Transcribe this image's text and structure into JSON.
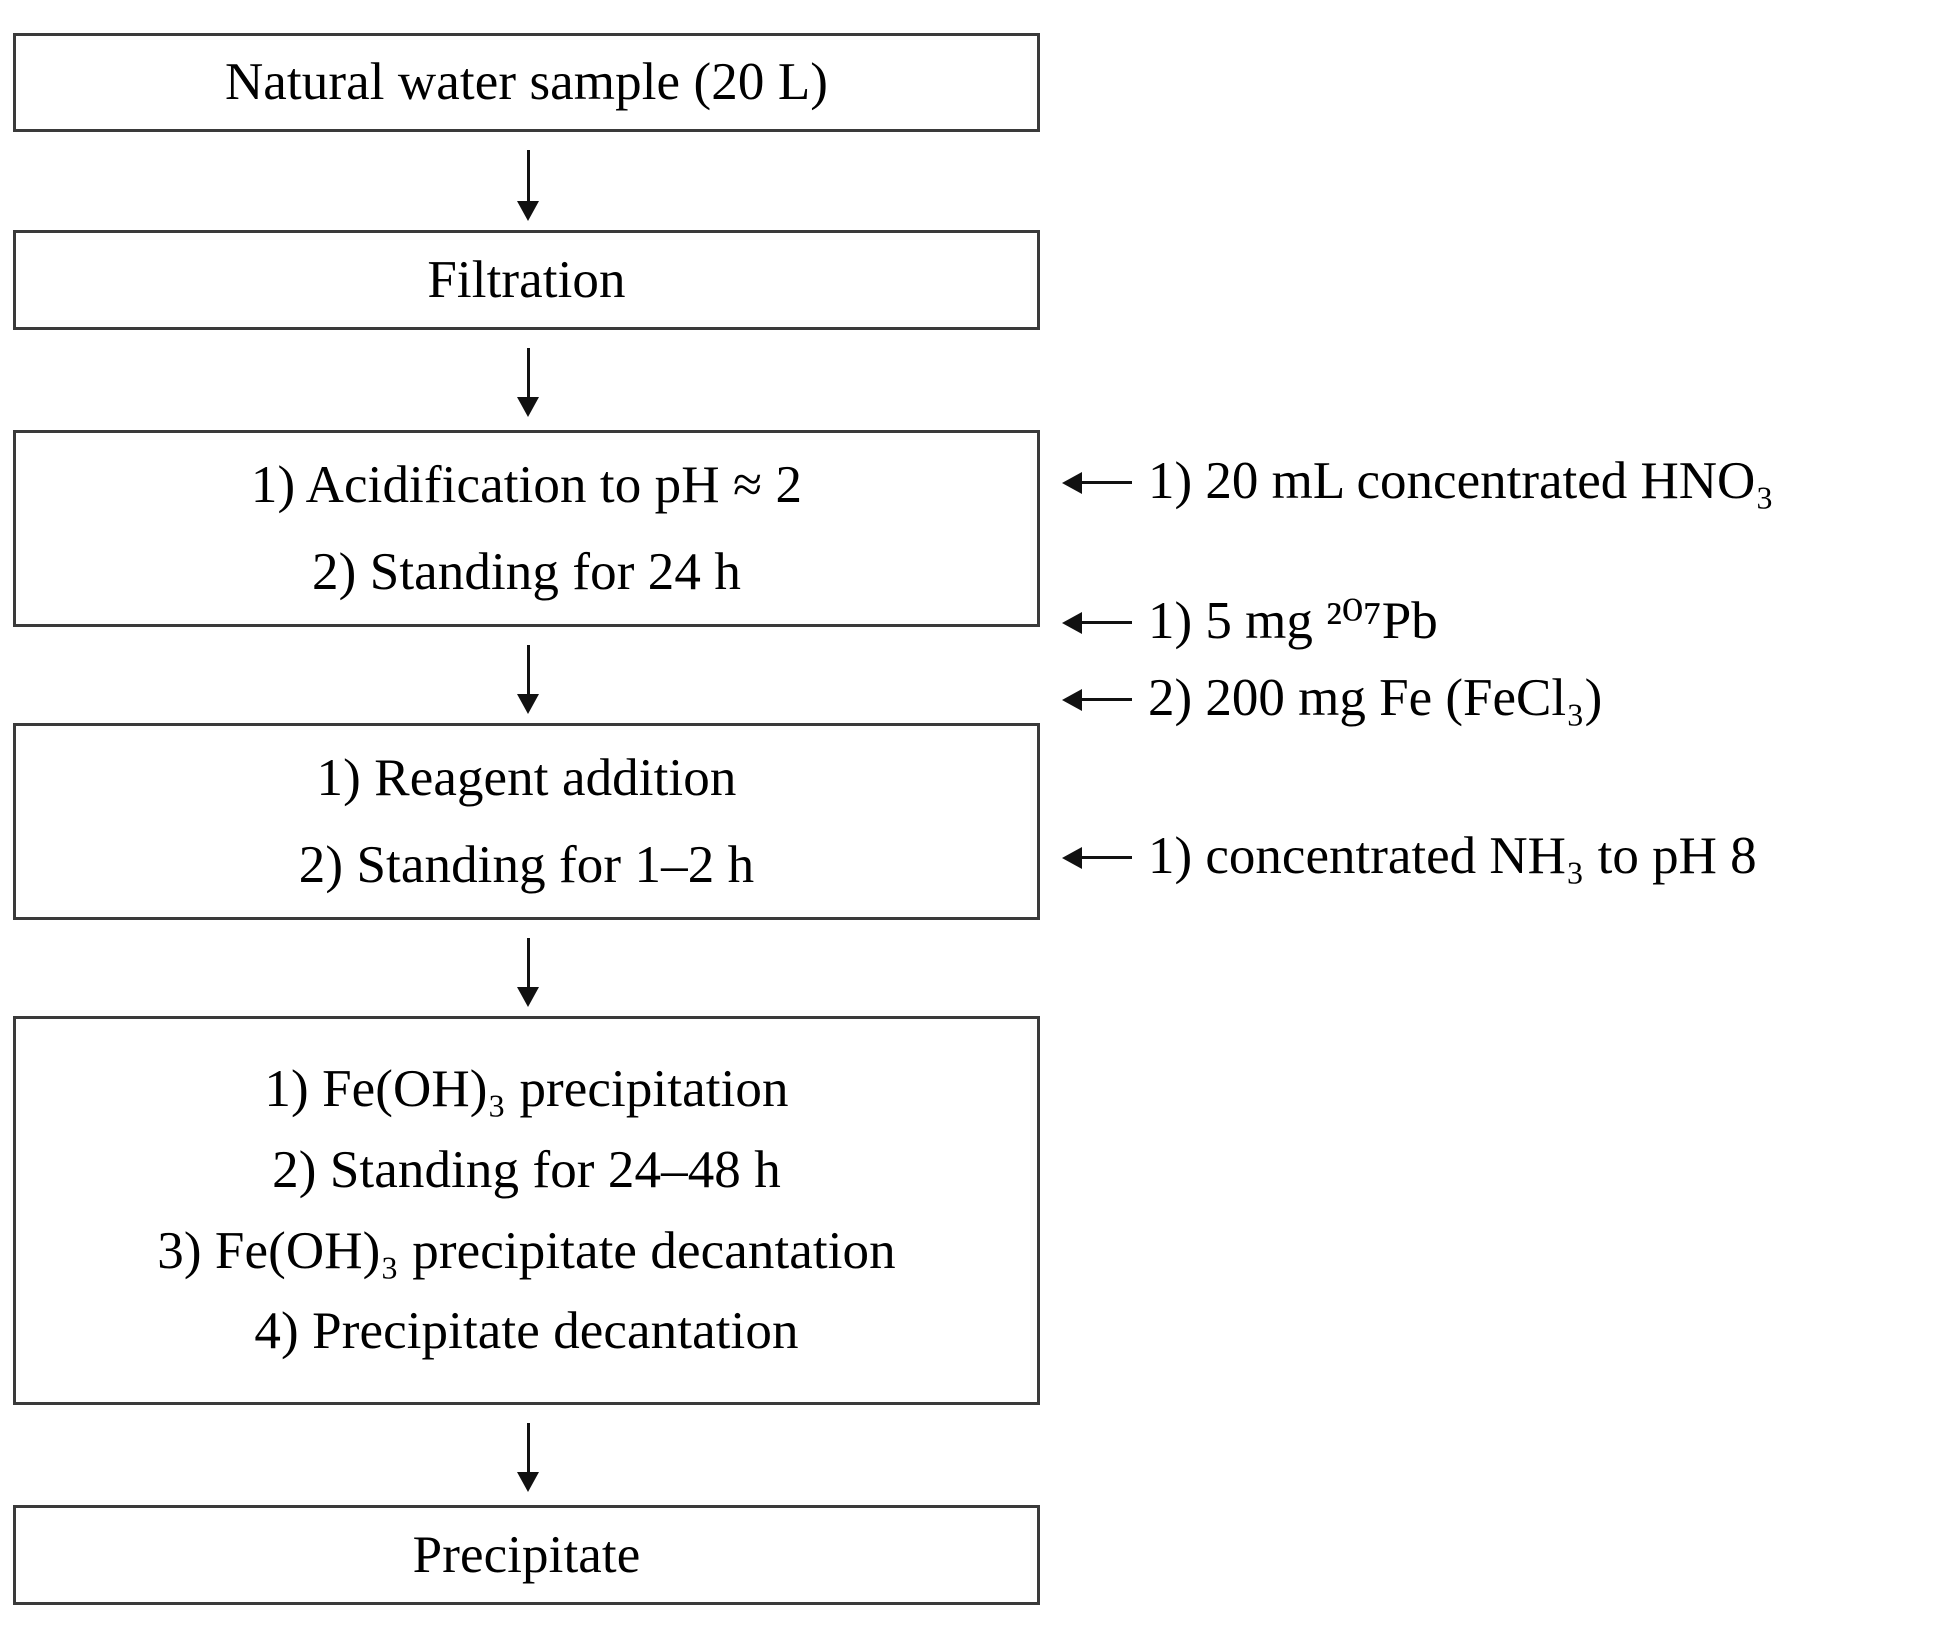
{
  "diagram": {
    "title": "Natural water sample preparation flowchart",
    "orientation": "top-to-bottom",
    "box_border_color": "#3a3a3a",
    "arrow_color": "#111111",
    "background_color": "#ffffff",
    "nodes": [
      {
        "id": "sample",
        "lines": [
          "Natural water sample (20 L)"
        ]
      },
      {
        "id": "filtration",
        "lines": [
          "Filtration"
        ]
      },
      {
        "id": "acidification",
        "lines": [
          "1) Acidification to pH ≈ 2",
          "2) Standing for 24 h"
        ]
      },
      {
        "id": "reagent",
        "lines": [
          "1) Reagent addition",
          "2) Standing for 1–2 h"
        ]
      },
      {
        "id": "precipitation",
        "lines": [
          "1) Fe(OH)₃ precipitation",
          "2) Standing for 24–48 h",
          "3) Fe(OH)₃ precipitate decantation",
          "4) Precipitate decantation"
        ]
      },
      {
        "id": "precipitate",
        "lines": [
          "Precipitate"
        ]
      }
    ],
    "annotations": [
      {
        "id": "hno3",
        "target": "acidification",
        "arrow": "←",
        "text": "1) 20 mL concentrated HNO₃"
      },
      {
        "id": "pb207",
        "target": "reagent",
        "arrow": "←",
        "text": "1) 5 mg ²⁰⁷Pb"
      },
      {
        "id": "fecl3",
        "target": "reagent",
        "arrow": "←",
        "text": "2) 200 mg Fe (FeCl₃)"
      },
      {
        "id": "nh3",
        "target": "precipitation",
        "arrow": "←",
        "text": "1) concentrated NH₃ to pH 8"
      }
    ],
    "connectors": [
      {
        "from": "sample",
        "to": "filtration",
        "glyph": "↓"
      },
      {
        "from": "filtration",
        "to": "acidification",
        "glyph": "↓"
      },
      {
        "from": "acidification",
        "to": "reagent",
        "glyph": "↓"
      },
      {
        "from": "reagent",
        "to": "precipitation",
        "glyph": "↓"
      },
      {
        "from": "precipitation",
        "to": "precipitate",
        "glyph": "↓"
      }
    ]
  }
}
